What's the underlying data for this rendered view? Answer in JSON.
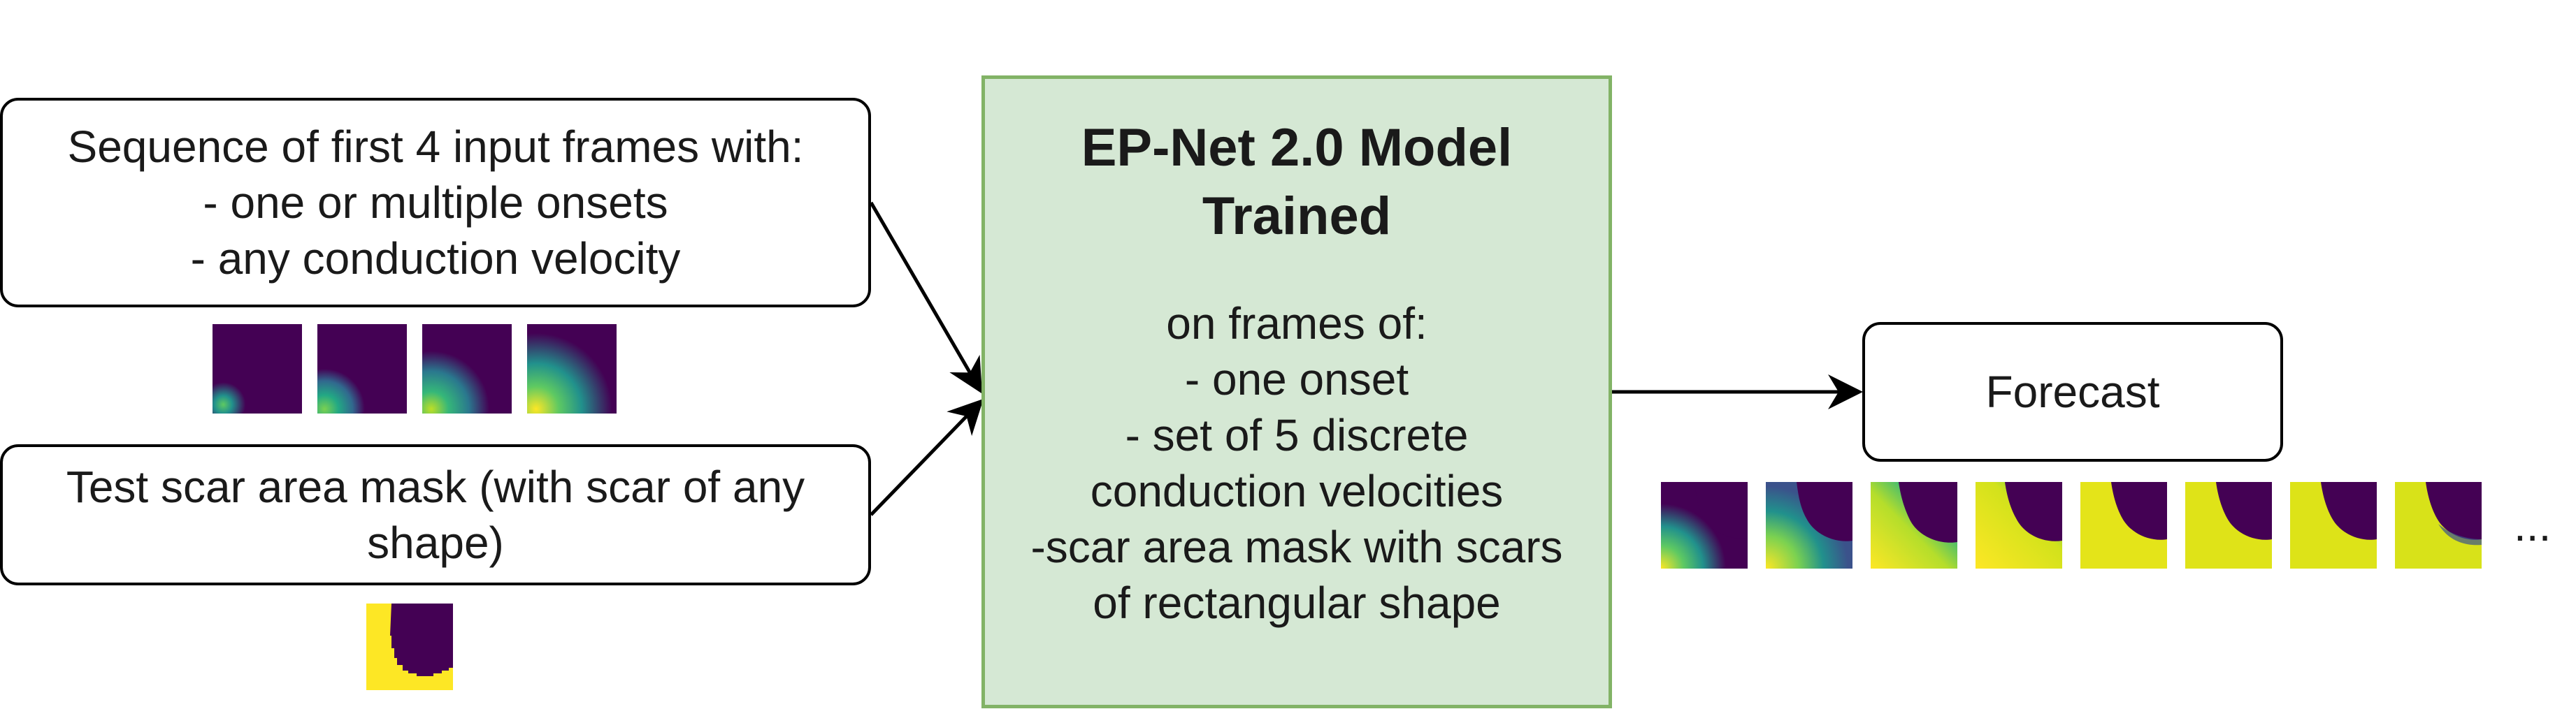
{
  "input_box": {
    "lines": [
      "Sequence of first 4 input frames with:",
      "- one or multiple onsets",
      "- any conduction velocity"
    ]
  },
  "mask_box": {
    "lines": [
      "Test scar area mask (with scar of any",
      "shape)"
    ]
  },
  "model_box": {
    "title_lines": [
      "EP-Net 2.0 Model",
      "Trained"
    ],
    "desc_lines": [
      "on frames of:",
      "- one onset",
      "- set of 5 discrete",
      "conduction velocities",
      "-scar area mask with scars",
      "of rectangular shape"
    ]
  },
  "forecast_box": {
    "label": "Forecast"
  },
  "forecast_ellipsis": "...",
  "colors": {
    "model_fill": "#d5e8d4",
    "model_border": "#82b366",
    "viridis_dark": "#440154",
    "viridis_teal": "#21918c",
    "viridis_yellow": "#fde725",
    "mask_yellow": "#fde725"
  }
}
